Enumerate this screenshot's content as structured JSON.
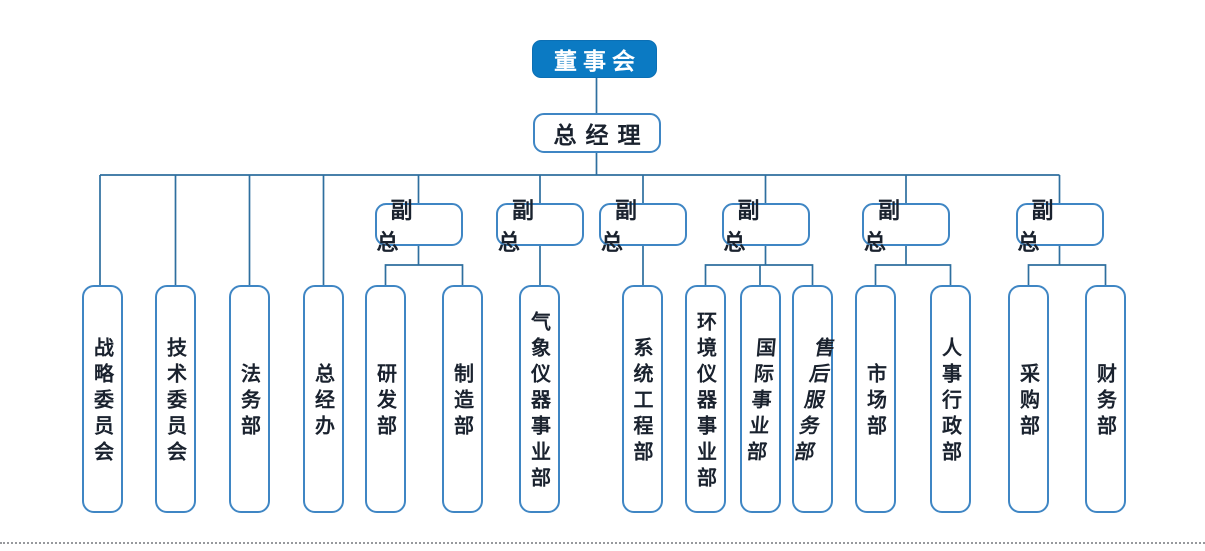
{
  "org_chart": {
    "board": {
      "label": "董事会"
    },
    "general_manager": {
      "label": "总经理"
    },
    "direct_reports": [
      {
        "label": "战略委员会"
      },
      {
        "label": "技术委员会"
      },
      {
        "label": "法务部"
      },
      {
        "label": "总经办"
      }
    ],
    "vice_presidents": [
      {
        "label": "副总",
        "children": [
          {
            "label": "研发部"
          },
          {
            "label": "制造部"
          }
        ]
      },
      {
        "label": "副总",
        "children": [
          {
            "label": "气象仪器事业部"
          }
        ]
      },
      {
        "label": "副总",
        "children": [
          {
            "label": "系统工程部"
          }
        ]
      },
      {
        "label": "副总",
        "children": [
          {
            "label": "环境仪器事业部"
          },
          {
            "label": "国际事业部"
          },
          {
            "label": "售后服务部"
          }
        ]
      },
      {
        "label": "副总",
        "children": [
          {
            "label": "市场部"
          },
          {
            "label": "人事行政部"
          }
        ]
      },
      {
        "label": "副总",
        "children": [
          {
            "label": "采购部"
          },
          {
            "label": "财务部"
          }
        ]
      }
    ],
    "colors": {
      "board_fill": "#0B7AC3",
      "box_border": "#3F86C4",
      "connector_line": "#2E6F9F",
      "text": "#1A222E",
      "bottom_rule": "#97999D"
    }
  }
}
